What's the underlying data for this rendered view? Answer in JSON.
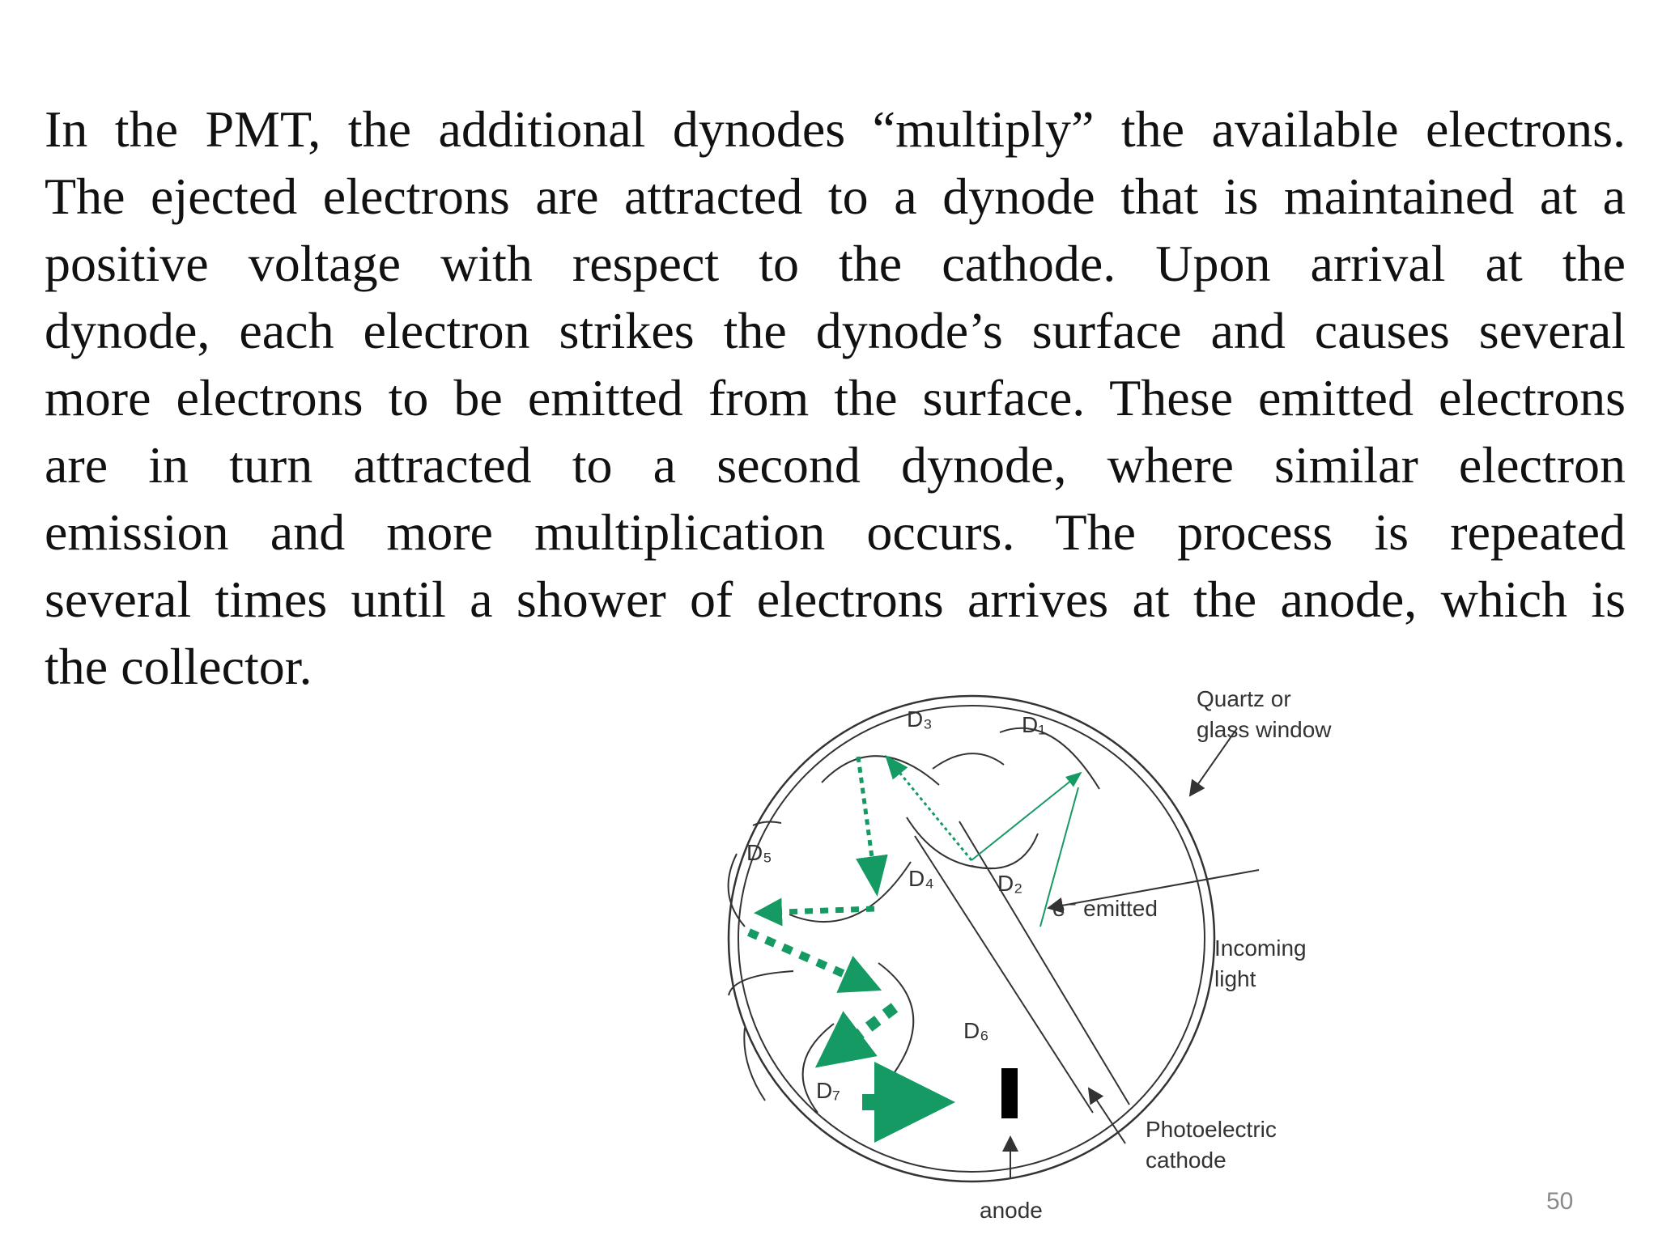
{
  "slide": {
    "paragraph_lines": [
      "In the PMT, the additional dynodes “multiply” the available electrons.",
      "The ejected electrons are attracted to a dynode that is maintained at a",
      "positive voltage with respect to the cathode. Upon arrival at the",
      "dynode, each electron strikes the dynode’s surface and causes several",
      "more electrons to be emitted from the surface. These emitted electrons",
      "are in turn attracted to a second dynode, where similar electron",
      "emission and more multiplication occurs. The process is repeated",
      "several times until a shower of electrons arrives at the anode, which is",
      "the collector."
    ],
    "page_number": "50"
  },
  "diagram": {
    "labels": {
      "d1": "D₁",
      "d2": "D₂",
      "d3": "D₃",
      "d4": "D₄",
      "d5": "D₅",
      "d6": "D₆",
      "d7": "D₇",
      "window_line1": "Quartz or",
      "window_line2": "glass window",
      "emitted": "e⁻ emitted",
      "light_line1": "Incoming",
      "light_line2": "light",
      "cathode_line1": "Photoelectric",
      "cathode_line2": "cathode",
      "anode": "anode"
    },
    "colors": {
      "electron_path": "#169a63",
      "outline": "#333333",
      "anode": "#000000"
    }
  }
}
